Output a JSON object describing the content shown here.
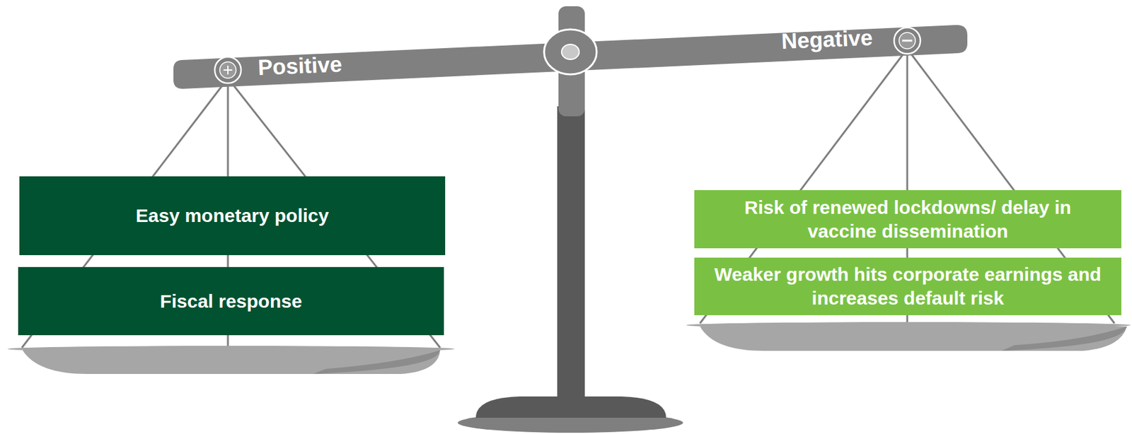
{
  "diagram": {
    "nodes": [
      {
        "text": [
          "Easy monetary policy"
        ]
      },
      {
        "text": [
          "Fiscal response"
        ]
      },
      {
        "text": [
          "Risk of renewed lockdowns/ delay in vaccine dissemination"
        ]
      },
      {
        "text": [
          "Weaker growth hits corporate earnings and increases default risk"
        ]
      }
    ],
    "labels": [
      "Positive",
      "Negative"
    ]
  }
}
